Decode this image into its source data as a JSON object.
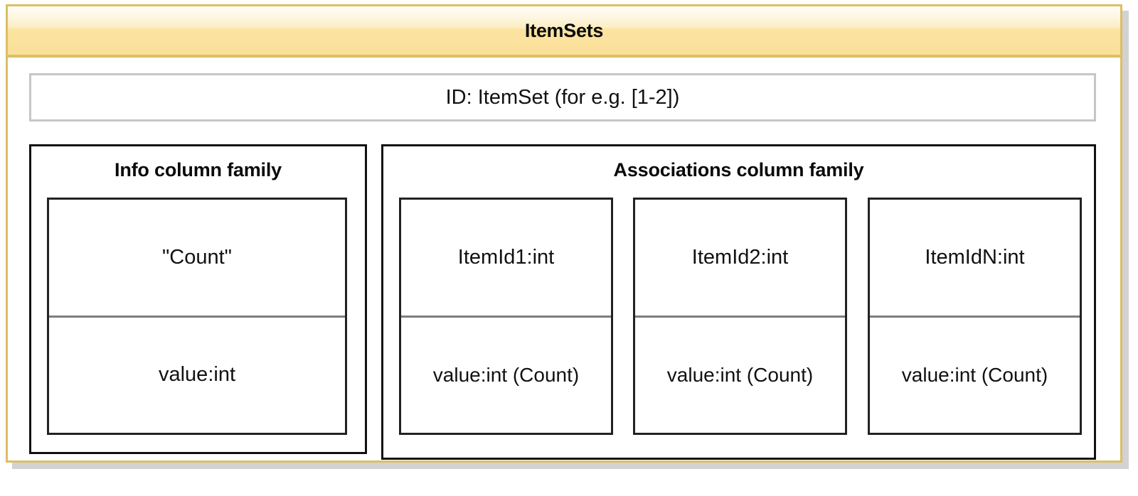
{
  "card": {
    "title": "ItemSets",
    "accent_color": "#dcbf63",
    "header_gradient_top": "#fefdf7",
    "header_gradient_bottom": "#fbe09a",
    "shadow_color": "#d2d2d2"
  },
  "rowkey": {
    "label": "ID: ItemSet (for e.g. [1-2])",
    "border_color": "#c6c6c6"
  },
  "families": [
    {
      "name": "info",
      "title": "Info column family",
      "cells": [
        {
          "qualifier": "\"Count\"",
          "value": "value:int"
        }
      ]
    },
    {
      "name": "associations",
      "title": "Associations column family",
      "cells": [
        {
          "qualifier": "ItemId1:int",
          "value": "value:int (Count)"
        },
        {
          "qualifier": "ItemId2:int",
          "value": "value:int (Count)"
        },
        {
          "qualifier": "ItemIdN:int",
          "value": "value:int (Count)"
        }
      ]
    }
  ]
}
